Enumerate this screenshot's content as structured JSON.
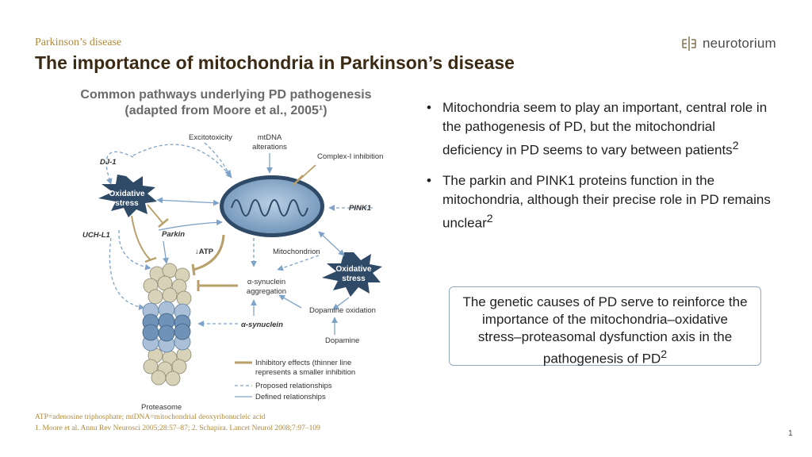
{
  "header": {
    "kicker": "Parkinson’s disease",
    "title": "The importance of mitochondria in Parkinson’s disease",
    "logo_text": "neurotorium"
  },
  "diagram": {
    "title_line1": "Common pathways underlying PD pathogenesis",
    "title_line2": "(adapted from Moore et al., 2005¹)",
    "labels": {
      "excitotoxicity": "Excitotoxicity",
      "mtdna_1": "mtDNA",
      "mtdna_2": "alterations",
      "complex1": "Complex-I inhibition",
      "dj1": "DJ-1",
      "oxidative_1a": "Oxidative",
      "oxidative_1b": "stress",
      "oxidative_2a": "Oxidative",
      "oxidative_2b": "stress",
      "pink1": "PINK1",
      "uchl1": "UCH-L1",
      "parkin": "Parkin",
      "atp": "↓ATP",
      "mitochondrion": "Mitochondrion",
      "asyn_agg_1": "α-synuclein",
      "asyn_agg_2": "aggregation",
      "dopamine_ox": "Dopamine oxidation",
      "asyn": "α-synuclein",
      "dopamine": "Dopamine",
      "proteasome": "Proteasome"
    },
    "legend": {
      "inhibitory_1": "Inhibitory effects (thinner line",
      "inhibitory_2": "represents a smaller inhibition",
      "proposed": "Proposed relationships",
      "defined": "Defined relationships"
    },
    "colors": {
      "arrow": "#7fa3c8",
      "inhibit": "#b9a06a",
      "star": "#2f4a66",
      "mito_fill": "#8fb0d0"
    }
  },
  "bullets": [
    {
      "text": "Mitochondria seem to play an important, central role in the pathogenesis of PD, but the mitochondrial deficiency in PD seems to vary between patients",
      "sup": "2"
    },
    {
      "text": "The parkin and PINK1 proteins function in the mitochondria, although their precise role in PD remains unclear",
      "sup": "2"
    }
  ],
  "bullet_symbol": "•",
  "callout": {
    "text": "The genetic causes of PD serve to reinforce the importance of the mitochondria–oxidative stress–proteasomal dysfunction axis in the pathogenesis of PD",
    "sup": "2"
  },
  "footer": {
    "abbrev": "ATP=adenosine triphosphate; mtDNA=mitochondrial deoxyribonucleic acid",
    "refs": "1. Moore et al. Annu Rev Neurosci 2005;28:57–87; 2. Schapira. Lancet Neurol 2008;7:97–109"
  },
  "page_number": "1"
}
